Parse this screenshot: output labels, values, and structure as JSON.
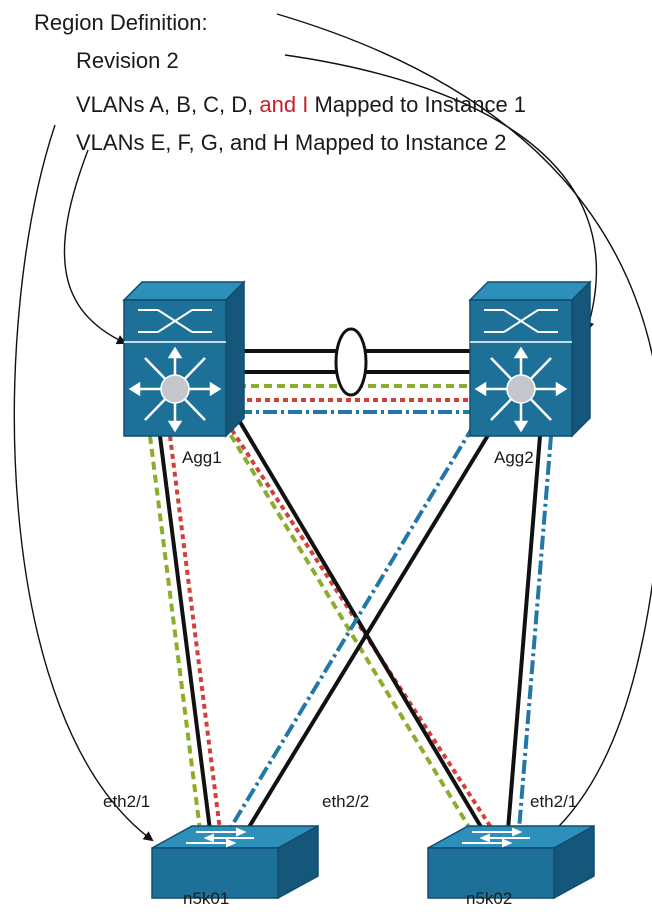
{
  "region": {
    "title": "Region Definition:",
    "revision": "Revision 2",
    "line1": {
      "prefix": "VLANs A, B, C, D, ",
      "highlight": "and I",
      "suffix": " Mapped to Instance 1"
    },
    "line2": "VLANs E, F, G, and H Mapped to Instance 2"
  },
  "devices": {
    "agg1": "Agg1",
    "agg2": "Agg2",
    "n5k01": "n5k01",
    "n5k02": "n5k02"
  },
  "ports": {
    "n5k01_left": "eth2/1",
    "n5k01_right": "eth2/2",
    "n5k02_right": "eth2/1"
  },
  "colors": {
    "device_blue": "#1d7198",
    "device_top": "#2f8fbb",
    "device_dark": "#14577a",
    "link_black": "#111111",
    "vlan_green": "#8cad2b",
    "vlan_red": "#d2403a",
    "vlan_blue": "#2178a8",
    "highlight_text": "#c8202a"
  }
}
